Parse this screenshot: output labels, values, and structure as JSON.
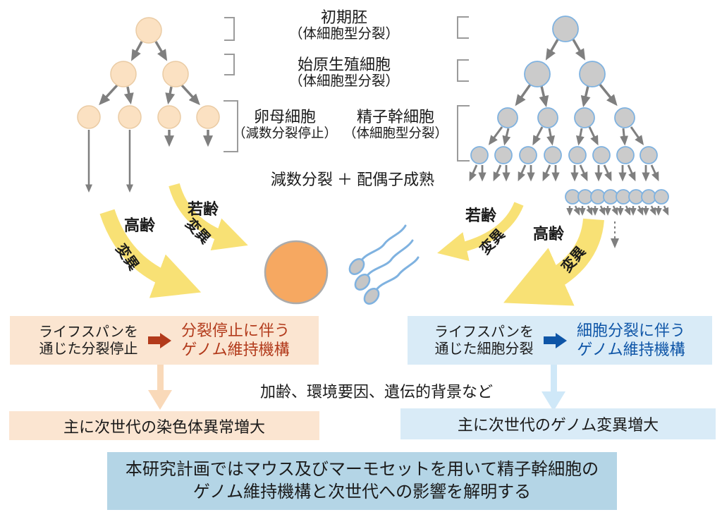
{
  "colors": {
    "background": "#FFFFFF",
    "text_black": "#1A1A1A",
    "cell_peach_fill": "#FBE1C2",
    "cell_peach_stroke": "#EACBA4",
    "cell_gray_fill": "#CBCBCB",
    "cell_gray_stroke": "#7FB2E0",
    "tree_arrow": "#7F7F7F",
    "bracket": "#9B9B9B",
    "yellow_arrow": "#F8E175",
    "egg_fill": "#F6A861",
    "egg_stroke": "#ABABAB",
    "sperm_blue": "#7FB2E0",
    "sperm_head": "#C6C6C6",
    "peach_box_bg": "#FBE5D1",
    "peach_arrow": "#F9D9B9",
    "red_accent": "#B23A1B",
    "blue_box_bg": "#D9EBF7",
    "blue_arrow_light": "#CFE8F8",
    "blue_accent": "#0E55A7",
    "conclusion_bg": "#B4D5E6"
  },
  "stages": {
    "embryo": {
      "line1": "初期胚",
      "line2": "（体細胞型分裂）"
    },
    "pgc": {
      "line1": "始原生殖細胞",
      "line2": "（体細胞型分裂）"
    },
    "oocyte": {
      "line1": "卵母細胞",
      "line2": "（減数分裂停止）"
    },
    "ssc": {
      "line1": "精子幹細胞",
      "line2": "（体細胞型分裂）"
    },
    "meiosis": "減数分裂 ＋ 配偶子成熟"
  },
  "age": {
    "old": "高齢",
    "young": "若齢",
    "mutation": "変異"
  },
  "left_panel": {
    "process_line1": "ライフスパンを",
    "process_line2": "通じた分裂停止",
    "mechanism_line1": "分裂停止に伴う",
    "mechanism_line2": "ゲノム維持機構",
    "outcome": "主に次世代の染色体異常増大"
  },
  "right_panel": {
    "process_line1": "ライフスパンを",
    "process_line2": "通じた細胞分裂",
    "mechanism_line1": "細胞分裂に伴う",
    "mechanism_line2": "ゲノム維持機構",
    "outcome": "主に次世代のゲノム変異増大"
  },
  "factors": "加齢、環境要因、遺伝的背景など",
  "conclusion": {
    "line1": "本研究計画ではマウス及びマーモセットを用いて精子幹細胞の",
    "line2": "ゲノム維持機構と次世代への影響を解明する"
  }
}
